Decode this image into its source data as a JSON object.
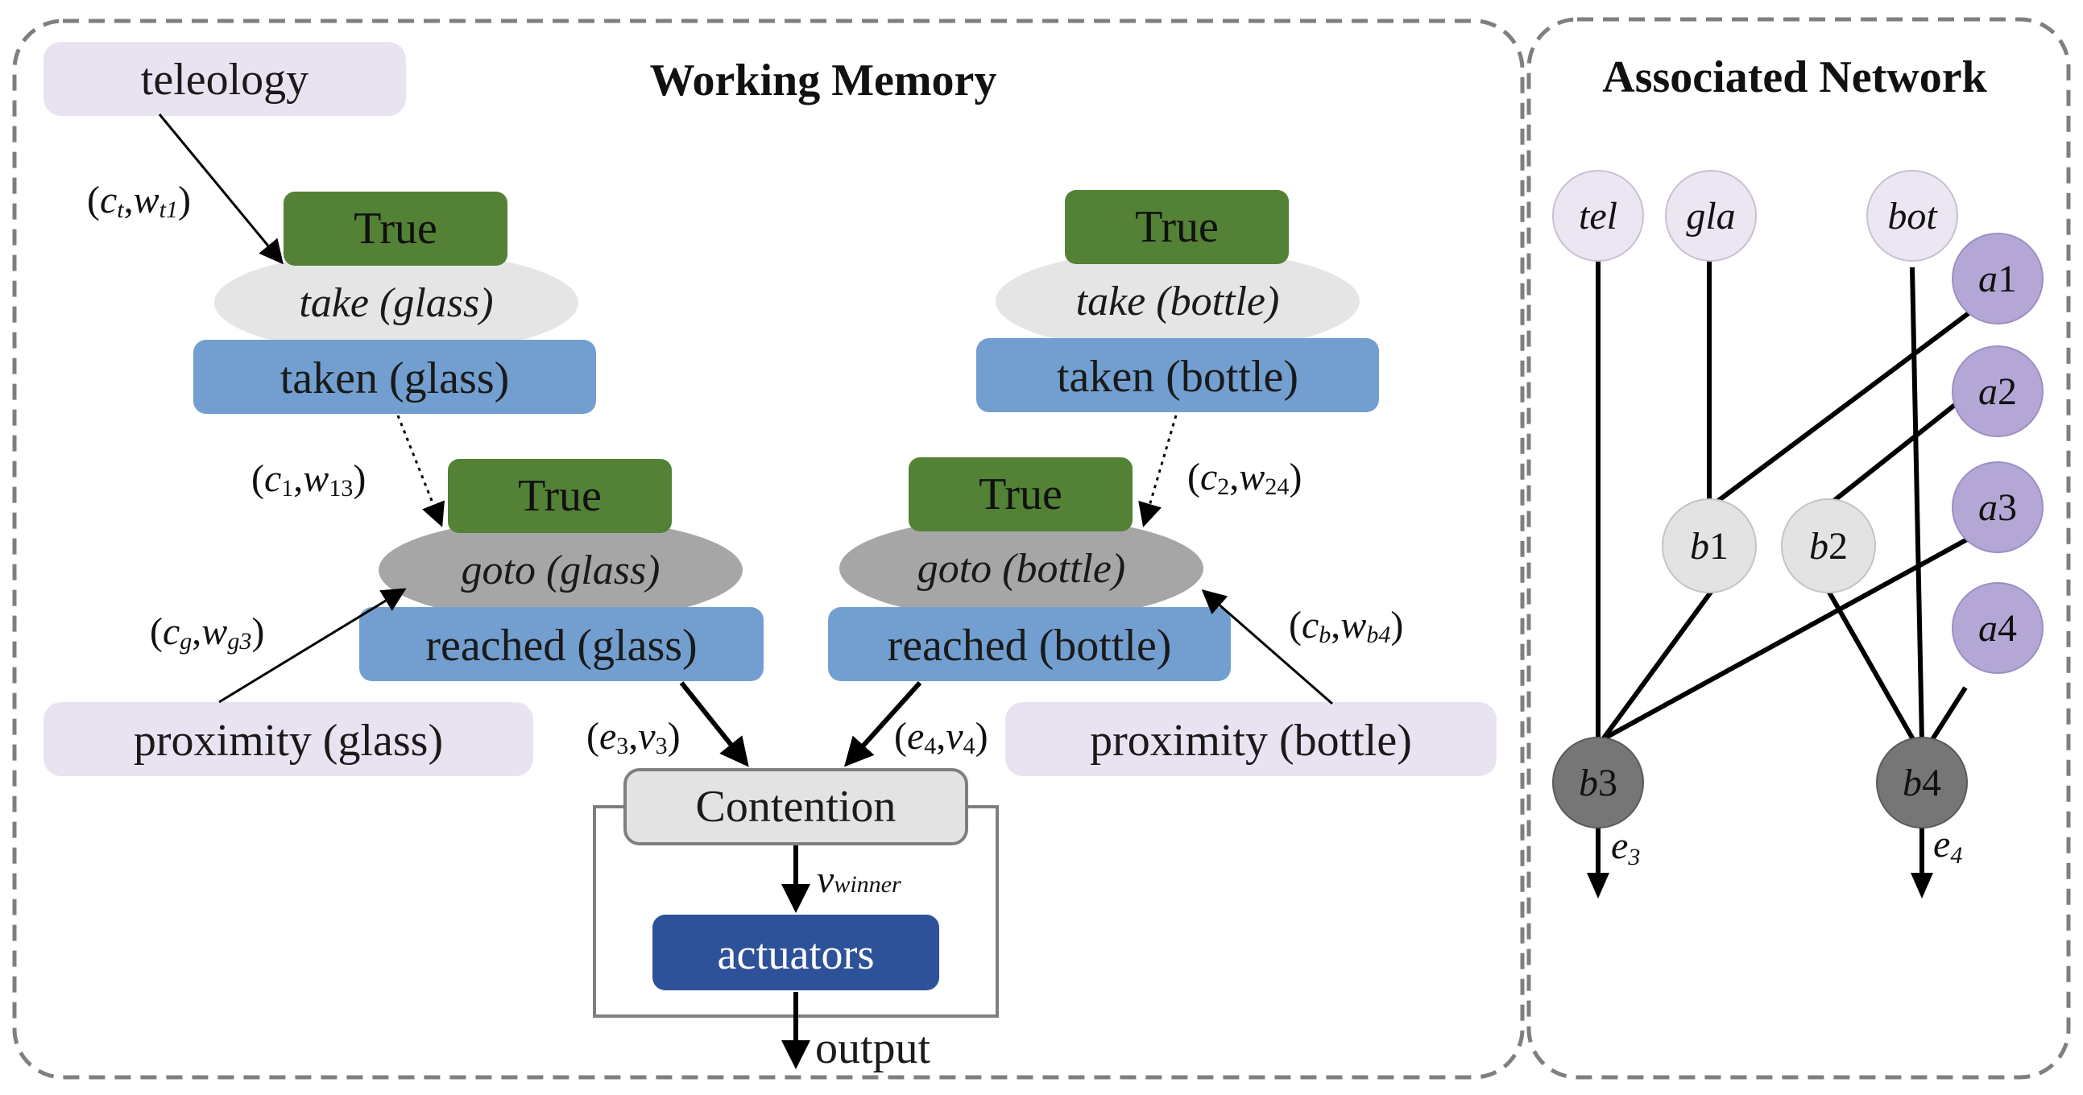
{
  "colors": {
    "green": "#538135",
    "blue": "#729fcf",
    "lavender": "#e9e3f1",
    "ellipse_light": "#e5e5e5",
    "ellipse_dark": "#a6a6a6",
    "actuator": "#2e5299",
    "node_light": "#e3e3e3",
    "node_lavender": "#ebe6f2",
    "node_purple": "#b4a7d6",
    "node_dark": "#767676"
  },
  "working_memory": {
    "title": "Working Memory",
    "teleology": "teleology",
    "behaviour_glass_take": {
      "true_label": "True",
      "name": "take (glass)",
      "post": "taken (glass)"
    },
    "behaviour_bottle_take": {
      "true_label": "True",
      "name": "take (bottle)",
      "post": "taken (bottle)"
    },
    "behaviour_glass_goto": {
      "true_label": "True",
      "name": "goto (glass)",
      "post": "reached (glass)"
    },
    "behaviour_bottle_goto": {
      "true_label": "True",
      "name": "goto (bottle)",
      "post": "reached (bottle)"
    },
    "proximity_glass": "proximity (glass)",
    "proximity_bottle": "proximity (bottle)",
    "contention": "Contention",
    "actuators": "actuators",
    "output": "output",
    "pairs": {
      "ct": {
        "open": "(",
        "a": "c",
        "a_sub": "t",
        "sep": ",",
        "b": "w",
        "b_sub": "t1",
        "close": ")"
      },
      "c1": {
        "open": "(",
        "a": "c",
        "a_sub": "1",
        "sep": ",",
        "b": "w",
        "b_sub": "13",
        "close": ")"
      },
      "c2": {
        "open": "(",
        "a": "c",
        "a_sub": "2",
        "sep": ",",
        "b": "w",
        "b_sub": "24",
        "close": ")"
      },
      "cg": {
        "open": "(",
        "a": "c",
        "a_sub": "g",
        "sep": ",",
        "b": "w",
        "b_sub": "g3",
        "close": ")"
      },
      "cb": {
        "open": "(",
        "a": "c",
        "a_sub": "b",
        "sep": ",",
        "b": "w",
        "b_sub": "b4",
        "close": ")"
      },
      "e3": {
        "open": "(",
        "a": "e",
        "a_sub": "3",
        "sep": ",",
        "b": "v",
        "b_sub": "3",
        "close": ")"
      },
      "e4": {
        "open": "(",
        "a": "e",
        "a_sub": "4",
        "sep": ",",
        "b": "v",
        "b_sub": "4",
        "close": ")"
      }
    },
    "vwinner": {
      "v": "v",
      "sub": "winner"
    }
  },
  "associated_network": {
    "title": "Associated Network",
    "nodes": {
      "tel": "tel",
      "gla": "gla",
      "bot": "bot",
      "a1": {
        "a": "a",
        "n": "1"
      },
      "a2": {
        "a": "a",
        "n": "2"
      },
      "a3": {
        "a": "a",
        "n": "3"
      },
      "a4": {
        "a": "a",
        "n": "4"
      },
      "b1": {
        "a": "b",
        "n": "1"
      },
      "b2": {
        "a": "b",
        "n": "2"
      },
      "b3": {
        "a": "b",
        "n": "3"
      },
      "b4": {
        "a": "b",
        "n": "4"
      }
    },
    "e3": {
      "e": "e",
      "sub": "3"
    },
    "e4": {
      "e": "e",
      "sub": "4"
    }
  }
}
